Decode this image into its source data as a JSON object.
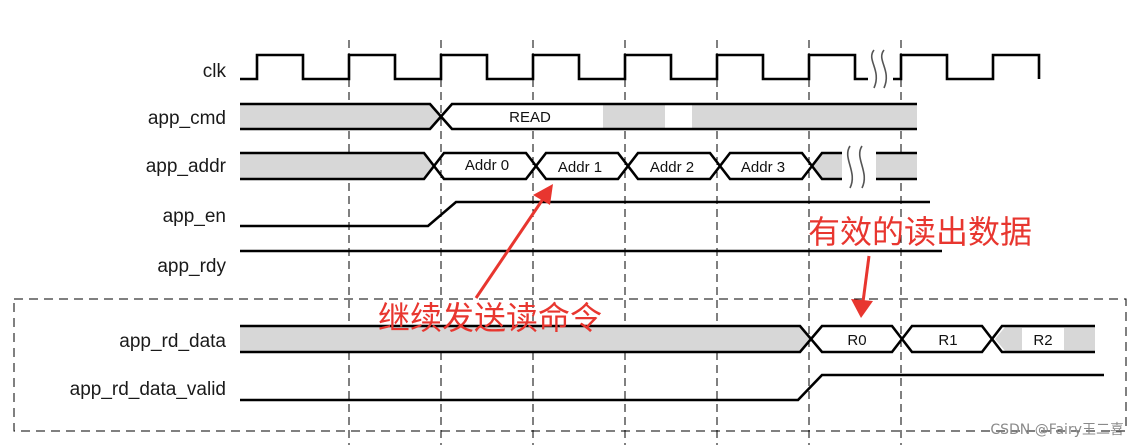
{
  "signals": {
    "clk": "clk",
    "app_cmd": "app_cmd",
    "app_addr": "app_addr",
    "app_en": "app_en",
    "app_rdy": "app_rdy",
    "app_rd_data": "app_rd_data",
    "app_rd_data_valid": "app_rd_data_valid"
  },
  "cmd_value": "READ",
  "addr_values": [
    "Addr 0",
    "Addr 1",
    "Addr 2",
    "Addr 3"
  ],
  "rd_data_values": [
    "R0",
    "R1",
    "R2"
  ],
  "annotations": {
    "continue_read": "继续发送读命令",
    "valid_data": "有效的读出数据"
  },
  "watermark": "CSDN @Fairy王二喜",
  "colors": {
    "annotation": "#e8362f",
    "bus_fill": "#d7d7d7",
    "wave": "#000000"
  }
}
